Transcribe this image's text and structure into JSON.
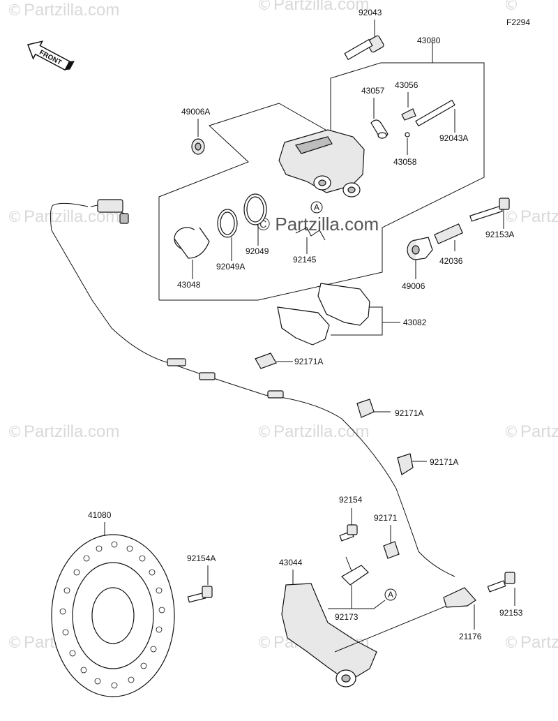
{
  "watermark": {
    "symbol": "©",
    "text": "Partzilla.com",
    "center_text": "© Partzilla.com"
  },
  "figure_code": "F2294",
  "front_label": "FRONT",
  "circle_ref": "A",
  "labels": {
    "p92043": "92043",
    "p43080": "43080",
    "p43057": "43057",
    "p43056": "43056",
    "p49006A": "49006A",
    "p92043A": "92043A",
    "p43058": "43058",
    "p92153A": "92153A",
    "p92049": "92049",
    "p92049A": "92049A",
    "p92145": "92145",
    "p43048": "43048",
    "p42036": "42036",
    "p49006": "49006",
    "p43082": "43082",
    "p92171A_1": "92171A",
    "p92171A_2": "92171A",
    "p92171A_3": "92171A",
    "p92154": "92154",
    "p92171": "92171",
    "p41080": "41080",
    "p92154A": "92154A",
    "p43044": "43044",
    "p92173": "92173",
    "p92153": "92153",
    "p21176": "21176"
  }
}
